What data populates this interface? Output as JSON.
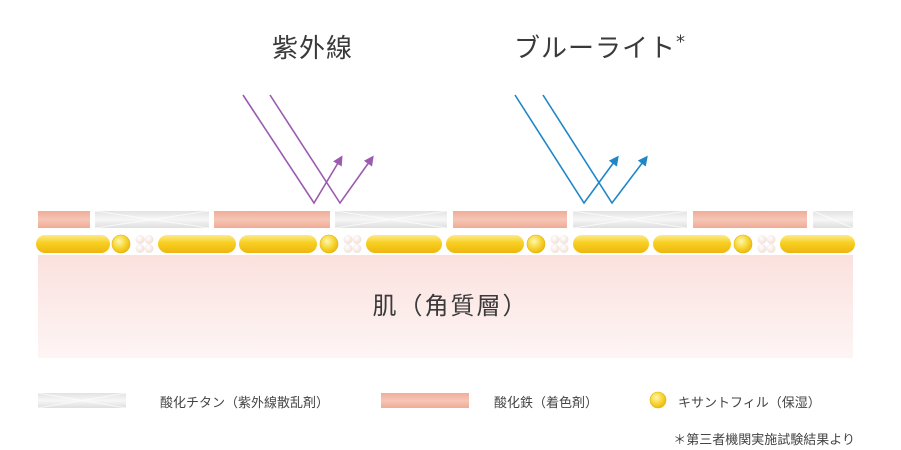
{
  "rays": {
    "uv": {
      "label": "紫外線",
      "color": "#9b5bb0"
    },
    "blue": {
      "label": "ブルーライト",
      "mark": "*",
      "color": "#1f86c8"
    }
  },
  "skin": {
    "label": "肌（角質層）"
  },
  "legend": {
    "titanium": {
      "label": "酸化チタン（紫外線散乱剤）"
    },
    "iron": {
      "label": "酸化鉄（着色剤）"
    },
    "xanthophyll": {
      "label": "キサントフィル（保湿）"
    }
  },
  "footnote": "＊第三者機関実施試験結果より",
  "colors": {
    "skin_top": "#fbe3e0",
    "skin_bottom": "#fdf4f3",
    "iron": "#f2b8a5",
    "titanium": "#ececec",
    "gold": "#f3c418",
    "gold_light": "#fff08a"
  }
}
